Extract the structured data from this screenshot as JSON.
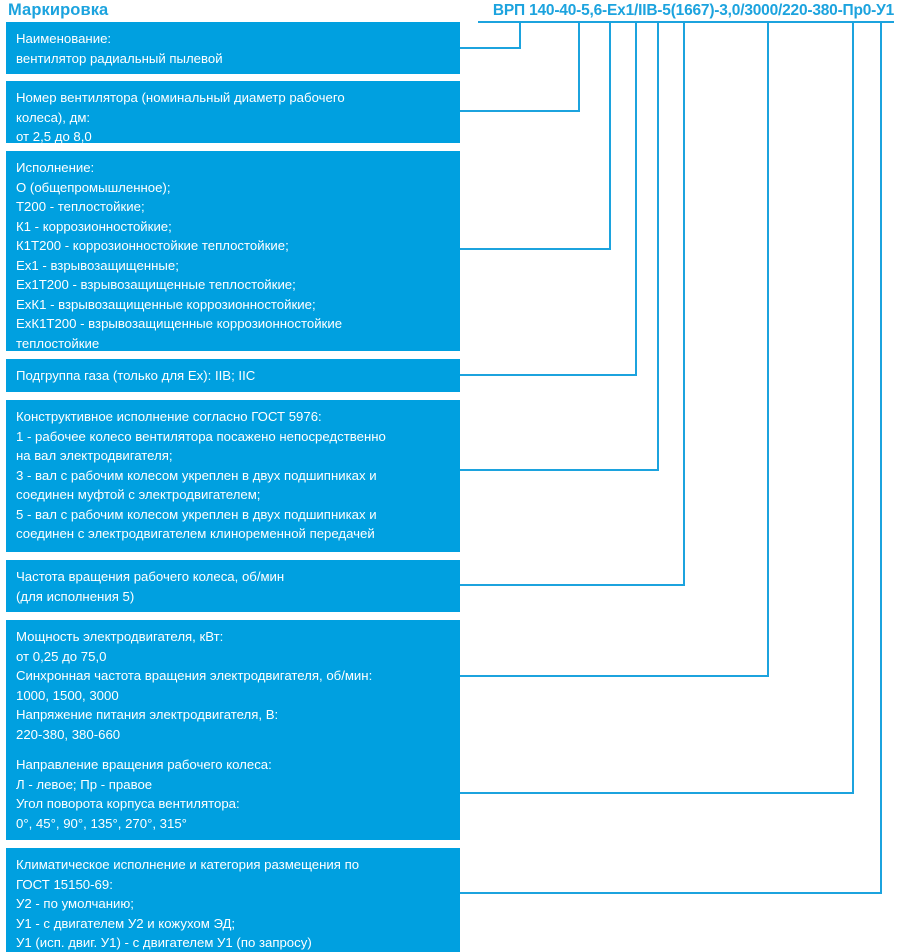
{
  "title": "Маркировка",
  "code": "ВРП 140-40-5,6-Ex1/IIB-5(1667)-3,0/3000/220-380-Пр0-У1",
  "code_segments": [
    "ВРП",
    "140-40",
    "5,6",
    "Ex1",
    "IIB",
    "5",
    "(1667)",
    "3,0/3000/220-380",
    "Пр0",
    "У1"
  ],
  "colors": {
    "accent": "#1CA3DE",
    "box_fill": "#00A0E0",
    "box_text": "#FFFFFF",
    "background": "#FFFFFF"
  },
  "boxes": [
    {
      "id": "naimenovanie",
      "name": "box-naimenovanie",
      "text": "Наименование:\nвентилятор радиальный пылевой"
    },
    {
      "id": "nomer-ventilyatora",
      "name": "box-nomer-ventilyatora",
      "text": "Номер вентилятора (номинальный диаметр рабочего\nколеса), дм:\nот 2,5 до 8,0"
    },
    {
      "id": "ispolnenie",
      "name": "box-ispolnenie",
      "text": "Исполнение:\nО (общепромышленное);\nТ200 - теплостойкие;\nК1 - коррозионностойкие;\nК1Т200 - коррозионностойкие теплостойкие;\nEx1 - взрывозащищенные;\nEx1Т200 - взрывозащищенные теплостойкие;\nExК1 - взрывозащищенные коррозионностойкие;\nExК1Т200 - взрывозащищенные коррозионностойкие\nтеплостойкие"
    },
    {
      "id": "podgruppa-gaza",
      "name": "box-podgruppa-gaza",
      "text": "Подгруппа газа (только для Ex): IIB; IIC"
    },
    {
      "id": "konstruktivnoe-ispolnenie",
      "name": "box-konstruktivnoe-ispolnenie",
      "text": "Конструктивное исполнение согласно ГОСТ 5976:\n1 - рабочее колесо вентилятора посажено непосредственно\nна вал электродвигателя;\n3 - вал с рабочим колесом укреплен в двух подшипниках и\nсоединен муфтой с электродвигателем;\n5 - вал с рабочим колесом укреплен в двух подшипниках и\nсоединен с электродвигателем клиноременной передачей"
    },
    {
      "id": "chastota-vrashcheniya",
      "name": "box-chastota-vrashcheniya",
      "text": "Частота вращения рабочего колеса, об/мин\n(для исполнения 5)"
    },
    {
      "id": "moshchnost-elektrodvigatelya",
      "name": "box-moshchnost-elektrodvigatelya",
      "text": "Мощность электродвигателя, кВт:\nот 0,25 до 75,0\nСинхронная частота вращения электродвигателя, об/мин:\n1000, 1500, 3000\nНапряжение питания электродвигателя, В:\n220-380, 380-660"
    },
    {
      "id": "napravlenie-vrashcheniya",
      "name": "box-napravlenie-vrashcheniya",
      "text": "Направление вращения рабочего колеса:\nЛ - левое; Пр - правое\nУгол поворота корпуса вентилятора:\n0°, 45°, 90°, 135°, 270°, 315°"
    },
    {
      "id": "klimaticheskoe-ispolnenie",
      "name": "box-klimaticheskoe-ispolnenie",
      "text": "Климатическое исполнение и категория размещения по\nГОСТ 15150-69:\nУ2 - по умолчанию;\nУ1 - с двигателем У2 и кожухом ЭД;\nУ1 (исп. двиг. У1) - с двигателем У1 (по запросу)"
    }
  ]
}
